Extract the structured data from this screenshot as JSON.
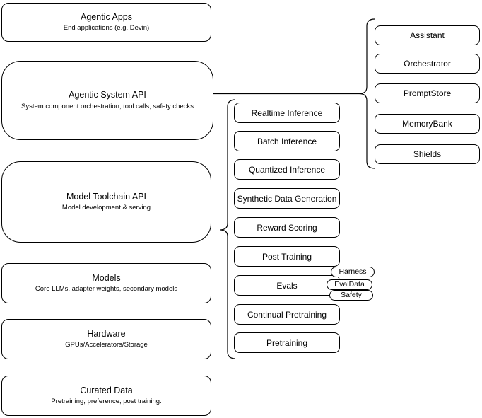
{
  "diagram": {
    "colors": {
      "stroke": "#000000",
      "fill": "#ffffff",
      "background": "#ffffff"
    },
    "left_column": {
      "agentic_apps": {
        "title": "Agentic Apps",
        "subtitle": "End applications (e.g. Devin)"
      },
      "agentic_system_api": {
        "title": "Agentic System API",
        "subtitle": "System component orchestration, tool calls, safety checks"
      },
      "model_toolchain_api": {
        "title": "Model Toolchain API",
        "subtitle": "Model development & serving"
      },
      "models": {
        "title": "Models",
        "subtitle": "Core LLMs, adapter weights, secondary models"
      },
      "hardware": {
        "title": "Hardware",
        "subtitle": "GPUs/Accelerators/Storage"
      },
      "curated_data": {
        "title": "Curated Data",
        "subtitle": "Pretraining, preference, post training."
      }
    },
    "toolchain_services": {
      "0": "Realtime Inference",
      "1": "Batch Inference",
      "2": "Quantized Inference",
      "3": "Synthetic Data Generation",
      "4": "Reward Scoring",
      "5": "Post Training",
      "6": "Evals",
      "7": "Continual Pretraining",
      "8": "Pretraining"
    },
    "evals_tags": {
      "0": "Harness",
      "1": "EvalData",
      "2": "Safety"
    },
    "system_components": {
      "0": "Assistant",
      "1": "Orchestrator",
      "2": "PromptStore",
      "3": "MemoryBank",
      "4": "Shields"
    }
  }
}
